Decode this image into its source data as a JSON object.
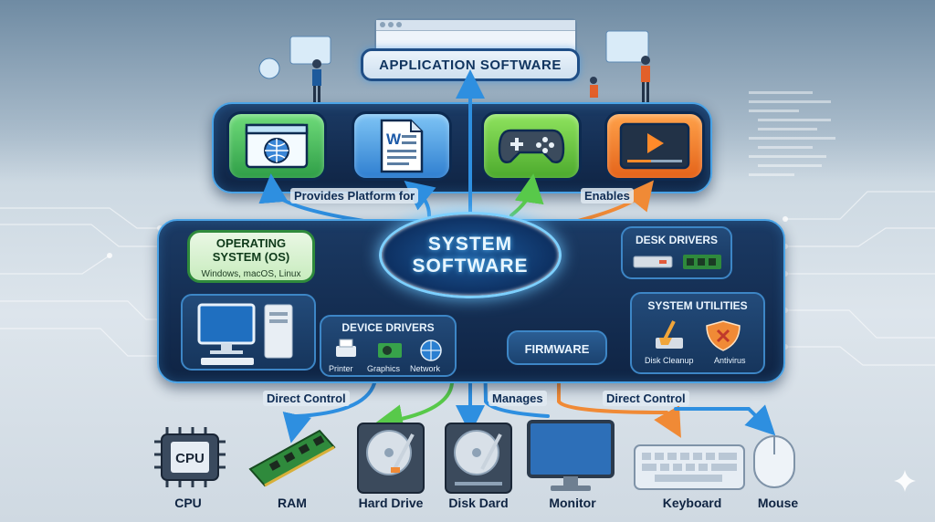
{
  "top_label": "APPLICATION SOFTWARE",
  "center": {
    "line1": "SYSTEM",
    "line2": "SOFTWARE"
  },
  "edges": {
    "provides": "Provides Platform for",
    "enables": "Enables",
    "direct_control_left": "Direct Control",
    "manages": "Manages",
    "direct_control_right": "Direct Control"
  },
  "applications": [
    {
      "name": "web-browser-icon"
    },
    {
      "name": "word-document-icon",
      "glyph": "W"
    },
    {
      "name": "gamepad-icon"
    },
    {
      "name": "video-player-icon"
    }
  ],
  "os": {
    "title_line1": "OPERATING",
    "title_line2": "SYSTEM (OS)",
    "subtitle": "Windows, macOS, Linux"
  },
  "device_drivers": {
    "title": "DEVICE DRIVERS",
    "items": [
      "Printer",
      "Graphics",
      "Network"
    ]
  },
  "disk_drivers": {
    "title": "DESK DRIVERS"
  },
  "system_utilities": {
    "title": "SYSTEM UTILITIES",
    "items": [
      "Disk Cleanup",
      "Antivirus"
    ]
  },
  "firmware": {
    "title": "FIRMWARE"
  },
  "word_glyph": "W",
  "cpu_chip_text": "CPU",
  "hardware": [
    "CPU",
    "RAM",
    "Hard Drive",
    "Disk Dard",
    "Monitor",
    "Keyboard",
    "Mouse"
  ],
  "colors": {
    "arrow_blue": "#2e8fe0",
    "arrow_green": "#58c94a",
    "arrow_orange": "#f08a36",
    "tier_dark": "#0f2444",
    "glow": "#7dd0ff"
  }
}
